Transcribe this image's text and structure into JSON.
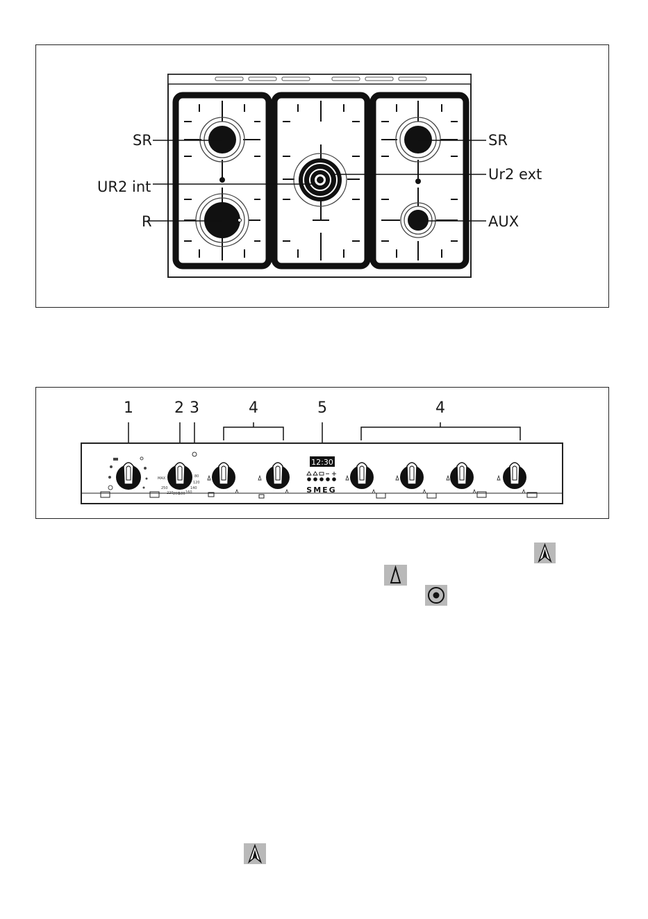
{
  "hob_labels": {
    "sr_left": "SR",
    "ur2_int": "UR2 int",
    "r": "R",
    "sr_right": "SR",
    "ur2_ext": "Ur2 ext",
    "aux": "AUX"
  },
  "panel_numbers": {
    "n1": "1",
    "n2": "2",
    "n3": "3",
    "n4_left": "4",
    "n5": "5",
    "n4_right": "4"
  },
  "panel_display": {
    "clock": "12:30",
    "brand": "SMEG",
    "oven_temps": [
      "MAX",
      "250",
      "220",
      "200",
      "180",
      "160",
      "140",
      "120",
      "80"
    ]
  },
  "symbols": {
    "flame_icon": "flame-icon",
    "ignition_icon": "ignition-icon",
    "burner_position_icon": "burner-position-icon"
  }
}
